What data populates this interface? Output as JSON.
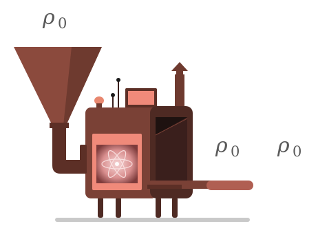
{
  "labels": {
    "input_symbol": "ρ",
    "input_subscript": "0",
    "output_symbol_1": "ρ",
    "output_subscript_1": "0",
    "output_symbol_2": "ρ",
    "output_subscript_2": "0"
  },
  "colors": {
    "hopper": "#8b4a3d",
    "hopper_shade": "#6e3a2f",
    "body": "#7a4136",
    "body_dark": "#4e2a23",
    "panel": "#f08a7a",
    "window_bg": "#3a1f1c",
    "glow": "#e7b3b3",
    "ground": "#c9c9c9",
    "outlet": "#b05f52"
  },
  "icons": {
    "core": "atom-icon"
  }
}
